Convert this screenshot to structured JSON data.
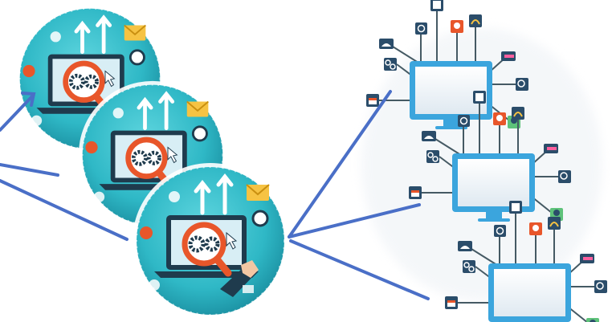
{
  "scene": {
    "left_group": {
      "badges": [
        {
          "id": "seo-badge-1"
        },
        {
          "id": "seo-badge-2"
        },
        {
          "id": "seo-badge-3"
        }
      ]
    },
    "right_group": {
      "monitors": [
        {
          "id": "network-monitor-1"
        },
        {
          "id": "network-monitor-2"
        },
        {
          "id": "network-monitor-3"
        }
      ]
    },
    "colors": {
      "connector_blue": "#4a6fc7",
      "badge_teal": "#2fb8c6",
      "badge_teal_dark": "#1e96a7",
      "laptop_dark": "#1f3b4d",
      "magnifier_orange": "#e8562a",
      "monitor_blue": "#3ba5dd",
      "screen_white": "#f3f7fb",
      "accent_yellow": "#f6c343",
      "tile_dark": "#2b4d6a"
    }
  }
}
